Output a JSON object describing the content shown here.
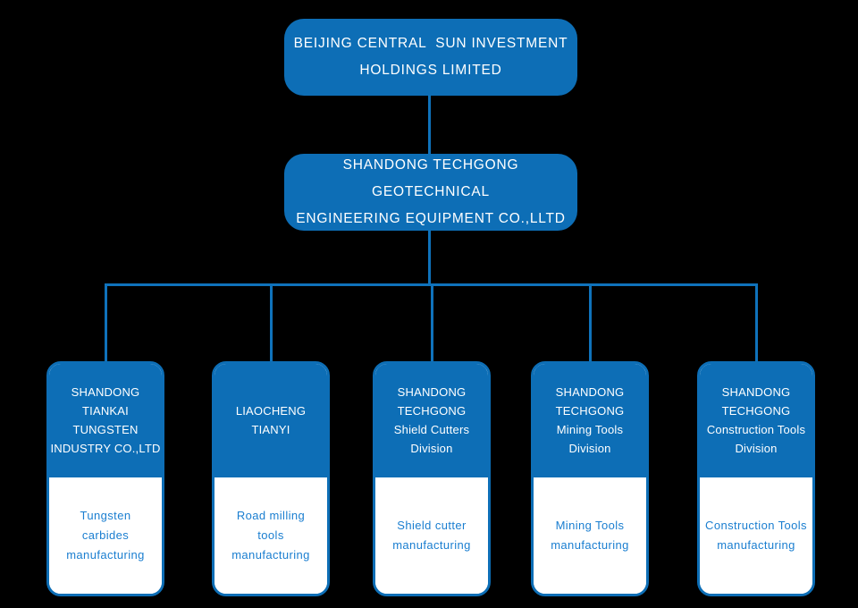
{
  "colors": {
    "background": "#000000",
    "node_blue": "#0d6eb6",
    "line_blue": "#0f72bb",
    "desc_blue": "#1a7ed0",
    "node_text": "#ffffff"
  },
  "root": {
    "label": "BEIJING CENTRAL  SUN INVESTMENT\nHOLDINGS LIMITED"
  },
  "parent": {
    "label": "SHANDONG TECHGONG GEOTECHNICAL\nENGINEERING EQUIPMENT CO.,LLTD"
  },
  "subsidiaries": [
    {
      "name": "SHANDONG\nTIANKAI\nTUNGSTEN\nINDUSTRY CO.,LTD",
      "activity": "Tungsten\ncarbides\nmanufacturing"
    },
    {
      "name": "LIAOCHENG\nTIANYI",
      "activity": "Road milling\ntools\nmanufacturing"
    },
    {
      "name": "SHANDONG\nTECHGONG\nShield Cutters\nDivision",
      "activity": "Shield cutter\nmanufacturing"
    },
    {
      "name": "SHANDONG\nTECHGONG\nMining Tools\nDivision",
      "activity": "Mining Tools\nmanufacturing"
    },
    {
      "name": "SHANDONG\nTECHGONG\nConstruction Tools\nDivision",
      "activity": "Construction Tools\nmanufacturing"
    }
  ]
}
